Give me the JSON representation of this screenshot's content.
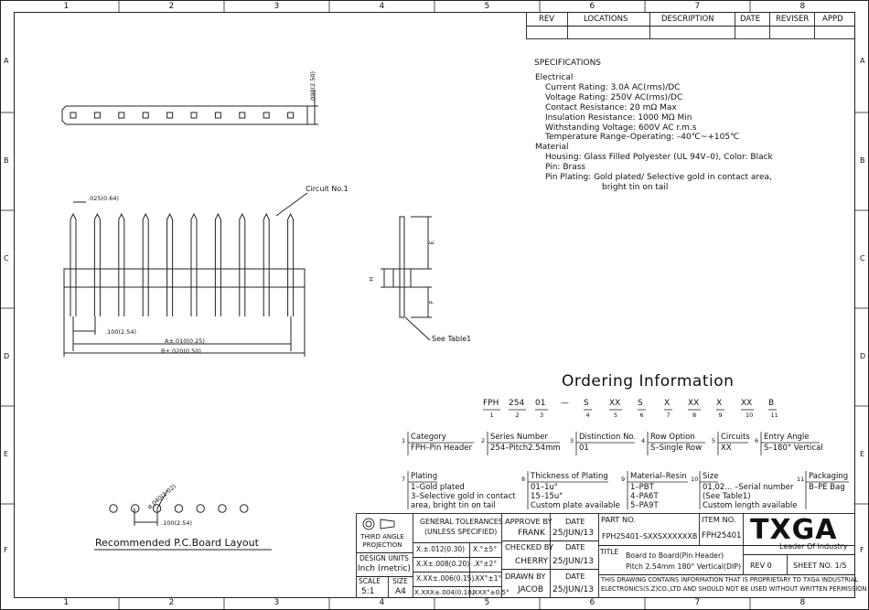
{
  "border": {
    "cols": [
      "1",
      "2",
      "3",
      "4",
      "5",
      "6",
      "7",
      "8"
    ],
    "rows": [
      "A",
      "B",
      "C",
      "D",
      "E",
      "F"
    ]
  },
  "revision_table": {
    "headers": [
      "REV",
      "LOCATIONS",
      "DESCRIPTION",
      "DATE",
      "REVISER",
      "APPD"
    ]
  },
  "specifications": {
    "title": "SPECIFICATIONS",
    "electrical_heading": "Electrical",
    "electrical": [
      "Current Rating: 3.0A AC(rms)/DC",
      "Voltage Rating: 250V AC(rms)/DC",
      "Contact Resistance: 20 mΩ Max",
      "Insulation Resistance: 1000 MΩ Min",
      "Withstanding Voltage: 600V AC r.m.s",
      "Temperature Range–Operating: –40℃~+105℃"
    ],
    "material_heading": "Material",
    "material": [
      "Housing: Glass Filled Polyester (UL 94V–0), Color: Black",
      "Pin: Brass",
      "Pin Plating:  Gold plated/ Selective gold in contact area,",
      "bright tin on tail"
    ]
  },
  "drawing": {
    "dim_top": ".098(2.50)",
    "dim_pin": ".025(0.64)",
    "circuit_label": "Circuit No.1",
    "dim_pitch": ".100(2.54)",
    "dim_a": "A±.010(0.25)",
    "dim_b": "B±.020(0.50)",
    "side_e": "E",
    "side_h": "H",
    "side_f": "F",
    "see_table": "See Table1",
    "pcb_dim_dia": "ø.040(1.02)",
    "pcb_dim_pitch": ".100(2.54)",
    "pcb_title": "Recommended P.C.Board Layout"
  },
  "ordering": {
    "title": "Ordering Information",
    "codes": [
      "FPH",
      "254",
      "01",
      "—",
      "S",
      "XX",
      "S",
      "X",
      "XX",
      "X",
      "XX",
      "B"
    ],
    "indices": [
      "1",
      "2",
      "3",
      "4",
      "5",
      "6",
      "7",
      "8",
      "9",
      "10",
      "11"
    ],
    "row1": [
      {
        "n": "1",
        "head": "Category",
        "lines": [
          "FPH–Pin Header"
        ]
      },
      {
        "n": "2",
        "head": "Series Number",
        "lines": [
          "254–Pitch2.54mm"
        ]
      },
      {
        "n": "3",
        "head": "Distinction No.",
        "lines": [
          "01"
        ]
      },
      {
        "n": "4",
        "head": "Row Option",
        "lines": [
          "S–Single Row"
        ]
      },
      {
        "n": "5",
        "head": "Circuits",
        "lines": [
          "XX"
        ]
      },
      {
        "n": "6",
        "head": "Entry Angle",
        "lines": [
          "S–180° Vertical"
        ]
      }
    ],
    "row2": [
      {
        "n": "7",
        "head": "Plating",
        "lines": [
          "1–Gold plated",
          "3–Selective gold in contact",
          "   area, bright tin on tail"
        ]
      },
      {
        "n": "8",
        "head": "Thickness of Plating",
        "lines": [
          "01–1u\"",
          "15–15u\"",
          "Custom plate available"
        ]
      },
      {
        "n": "9",
        "head": "Material–Resin",
        "lines": [
          "1–PBT",
          "4–PA6T",
          "5–PA9T"
        ]
      },
      {
        "n": "10",
        "head": "Size",
        "lines": [
          "01,02... –Serial number",
          "(See Table1)",
          "Custom length available"
        ]
      },
      {
        "n": "11",
        "head": "Packaging",
        "lines": [
          "B–PE Bag"
        ]
      }
    ]
  },
  "title_block": {
    "projection": [
      "THIRD ANGLE",
      "PROJECTION"
    ],
    "design_units": [
      "DESIGN UNITS",
      "Inch (metric)"
    ],
    "scale_label": "SCALE",
    "scale_value": "5:1",
    "size_label": "SIZE",
    "size_value": "A4",
    "tolerances_head": [
      "GENERAL TOLERANCES",
      "(UNLESS SPECIFIED)"
    ],
    "tolerances": [
      [
        "X.±.012(0.30)",
        "X.°±5°"
      ],
      [
        "X.X±.008(0.20)",
        ".X°±2°"
      ],
      [
        "X.XX±.006(0.15)",
        ".XX°±1°"
      ],
      [
        "X.XXX±.004(0.10)",
        ".XXX°±0.5°"
      ]
    ],
    "approve_label": "APPROVE BY",
    "approve_name": "FRANK",
    "checked_label": "CHECKED BY",
    "checked_name": "CHERRY",
    "drawn_label": "DRAWN BY",
    "drawn_name": "JACOB",
    "date_label": "DATE",
    "date_value": "25/JUN/13",
    "part_no_label": "PART NO.",
    "part_no": "FPH25401–SXXSXXXXXXB",
    "item_no_label": "ITEM NO.",
    "item_no": "FPH25401",
    "title_label": "TITLE",
    "title_lines": [
      "Board to Board(Pin Header)",
      "Pitch 2.54mm 180° Vertical(DIP)"
    ],
    "rev": "REV 0",
    "sheet": "SHEET NO. 1/5",
    "logo": "TXGA",
    "slogan": "Leader Of Industry",
    "disclaimer": [
      "THIS DRAWING CONTAINS INFORMATION THAT IS PROPRIETARY TO TXGA INDUSTRIAL",
      "ELECTRONICS(S.Z)CO.,LTD AND SHOULD NOT BE USED WITHOUT WRITTEN PERMISSION"
    ]
  }
}
